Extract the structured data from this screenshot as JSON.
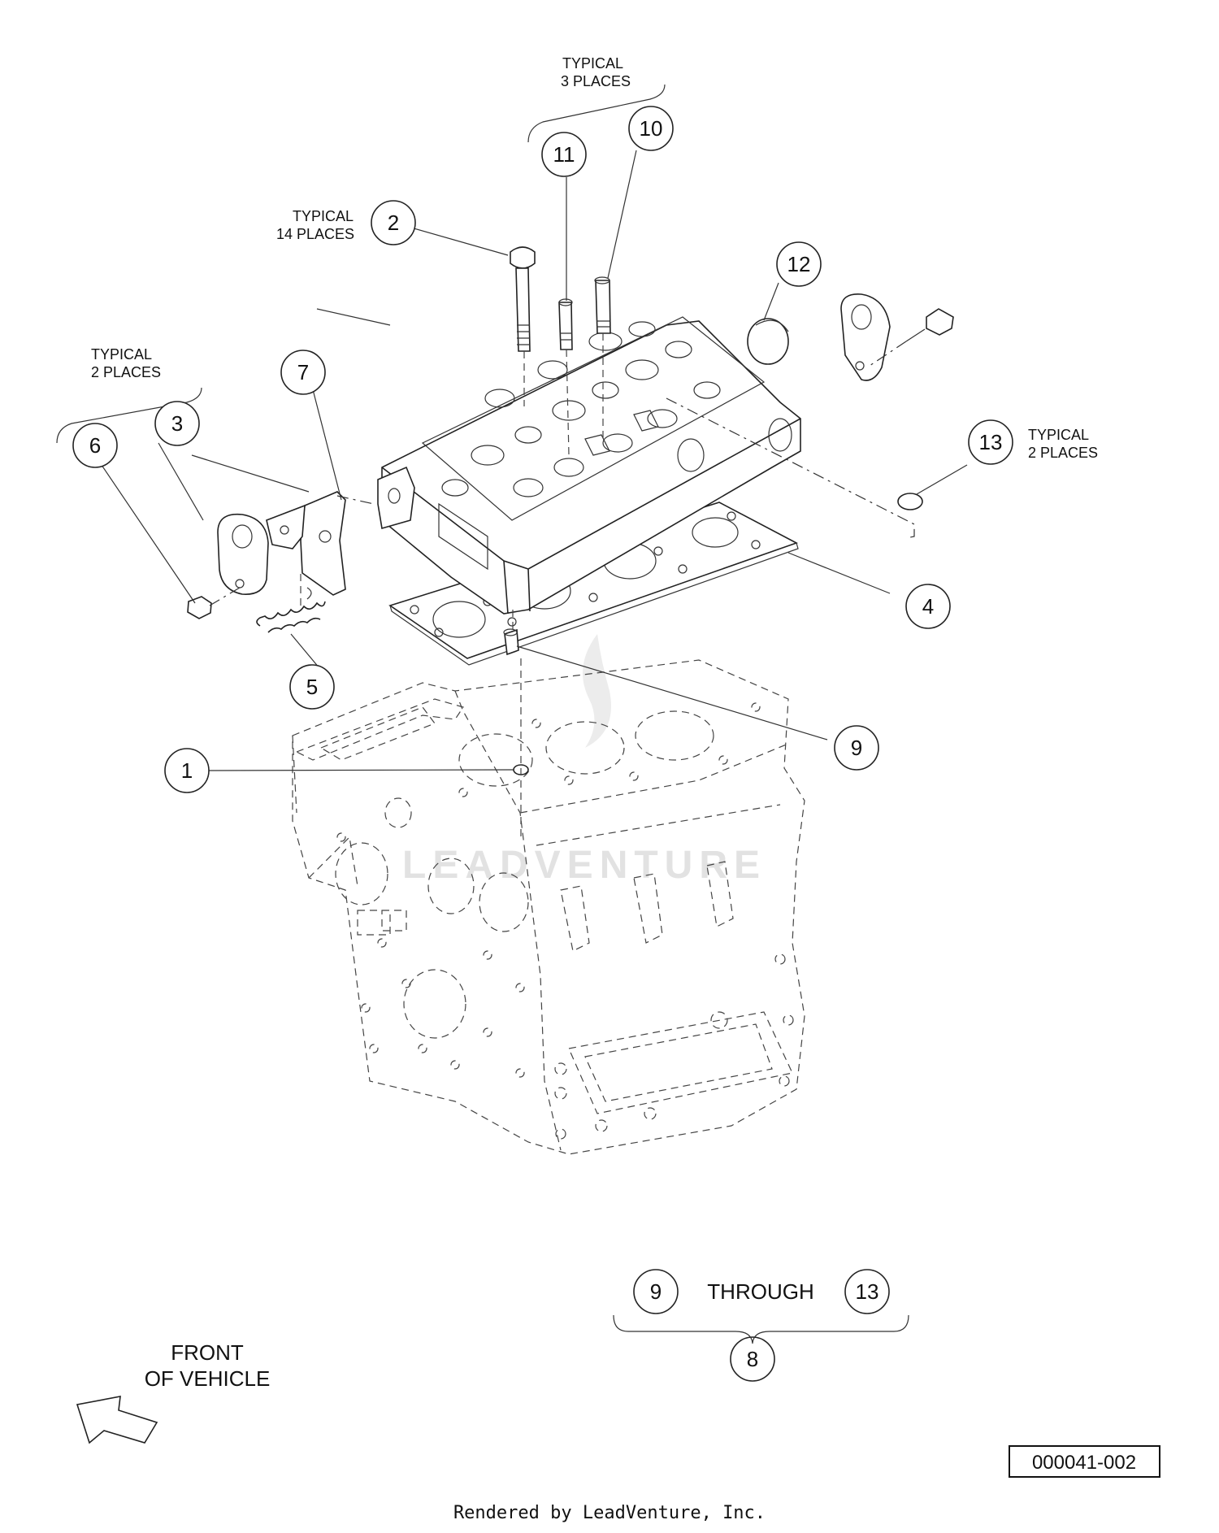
{
  "callouts": {
    "c1": "1",
    "c2": "2",
    "c3": "3",
    "c4": "4",
    "c5": "5",
    "c6": "6",
    "c7": "7",
    "c8": "8",
    "c9": "9",
    "c10": "10",
    "c11": "11",
    "c12": "12",
    "c13": "13",
    "legend_from": "9",
    "legend_to": "13"
  },
  "notes": {
    "typical_3_line1": "TYPICAL",
    "typical_3_line2": "3 PLACES",
    "typical_14_line1": "TYPICAL",
    "typical_14_line2": "14 PLACES",
    "typical_2a_line1": "TYPICAL",
    "typical_2a_line2": "2 PLACES",
    "typical_2b_line1": "TYPICAL",
    "typical_2b_line2": "2 PLACES"
  },
  "legend": {
    "through": "THROUGH"
  },
  "front": {
    "line1": "FRONT",
    "line2": "OF VEHICLE"
  },
  "watermark": "LEADVENTURE",
  "doc_id": "000041-002",
  "footer": "Rendered by LeadVenture, Inc."
}
